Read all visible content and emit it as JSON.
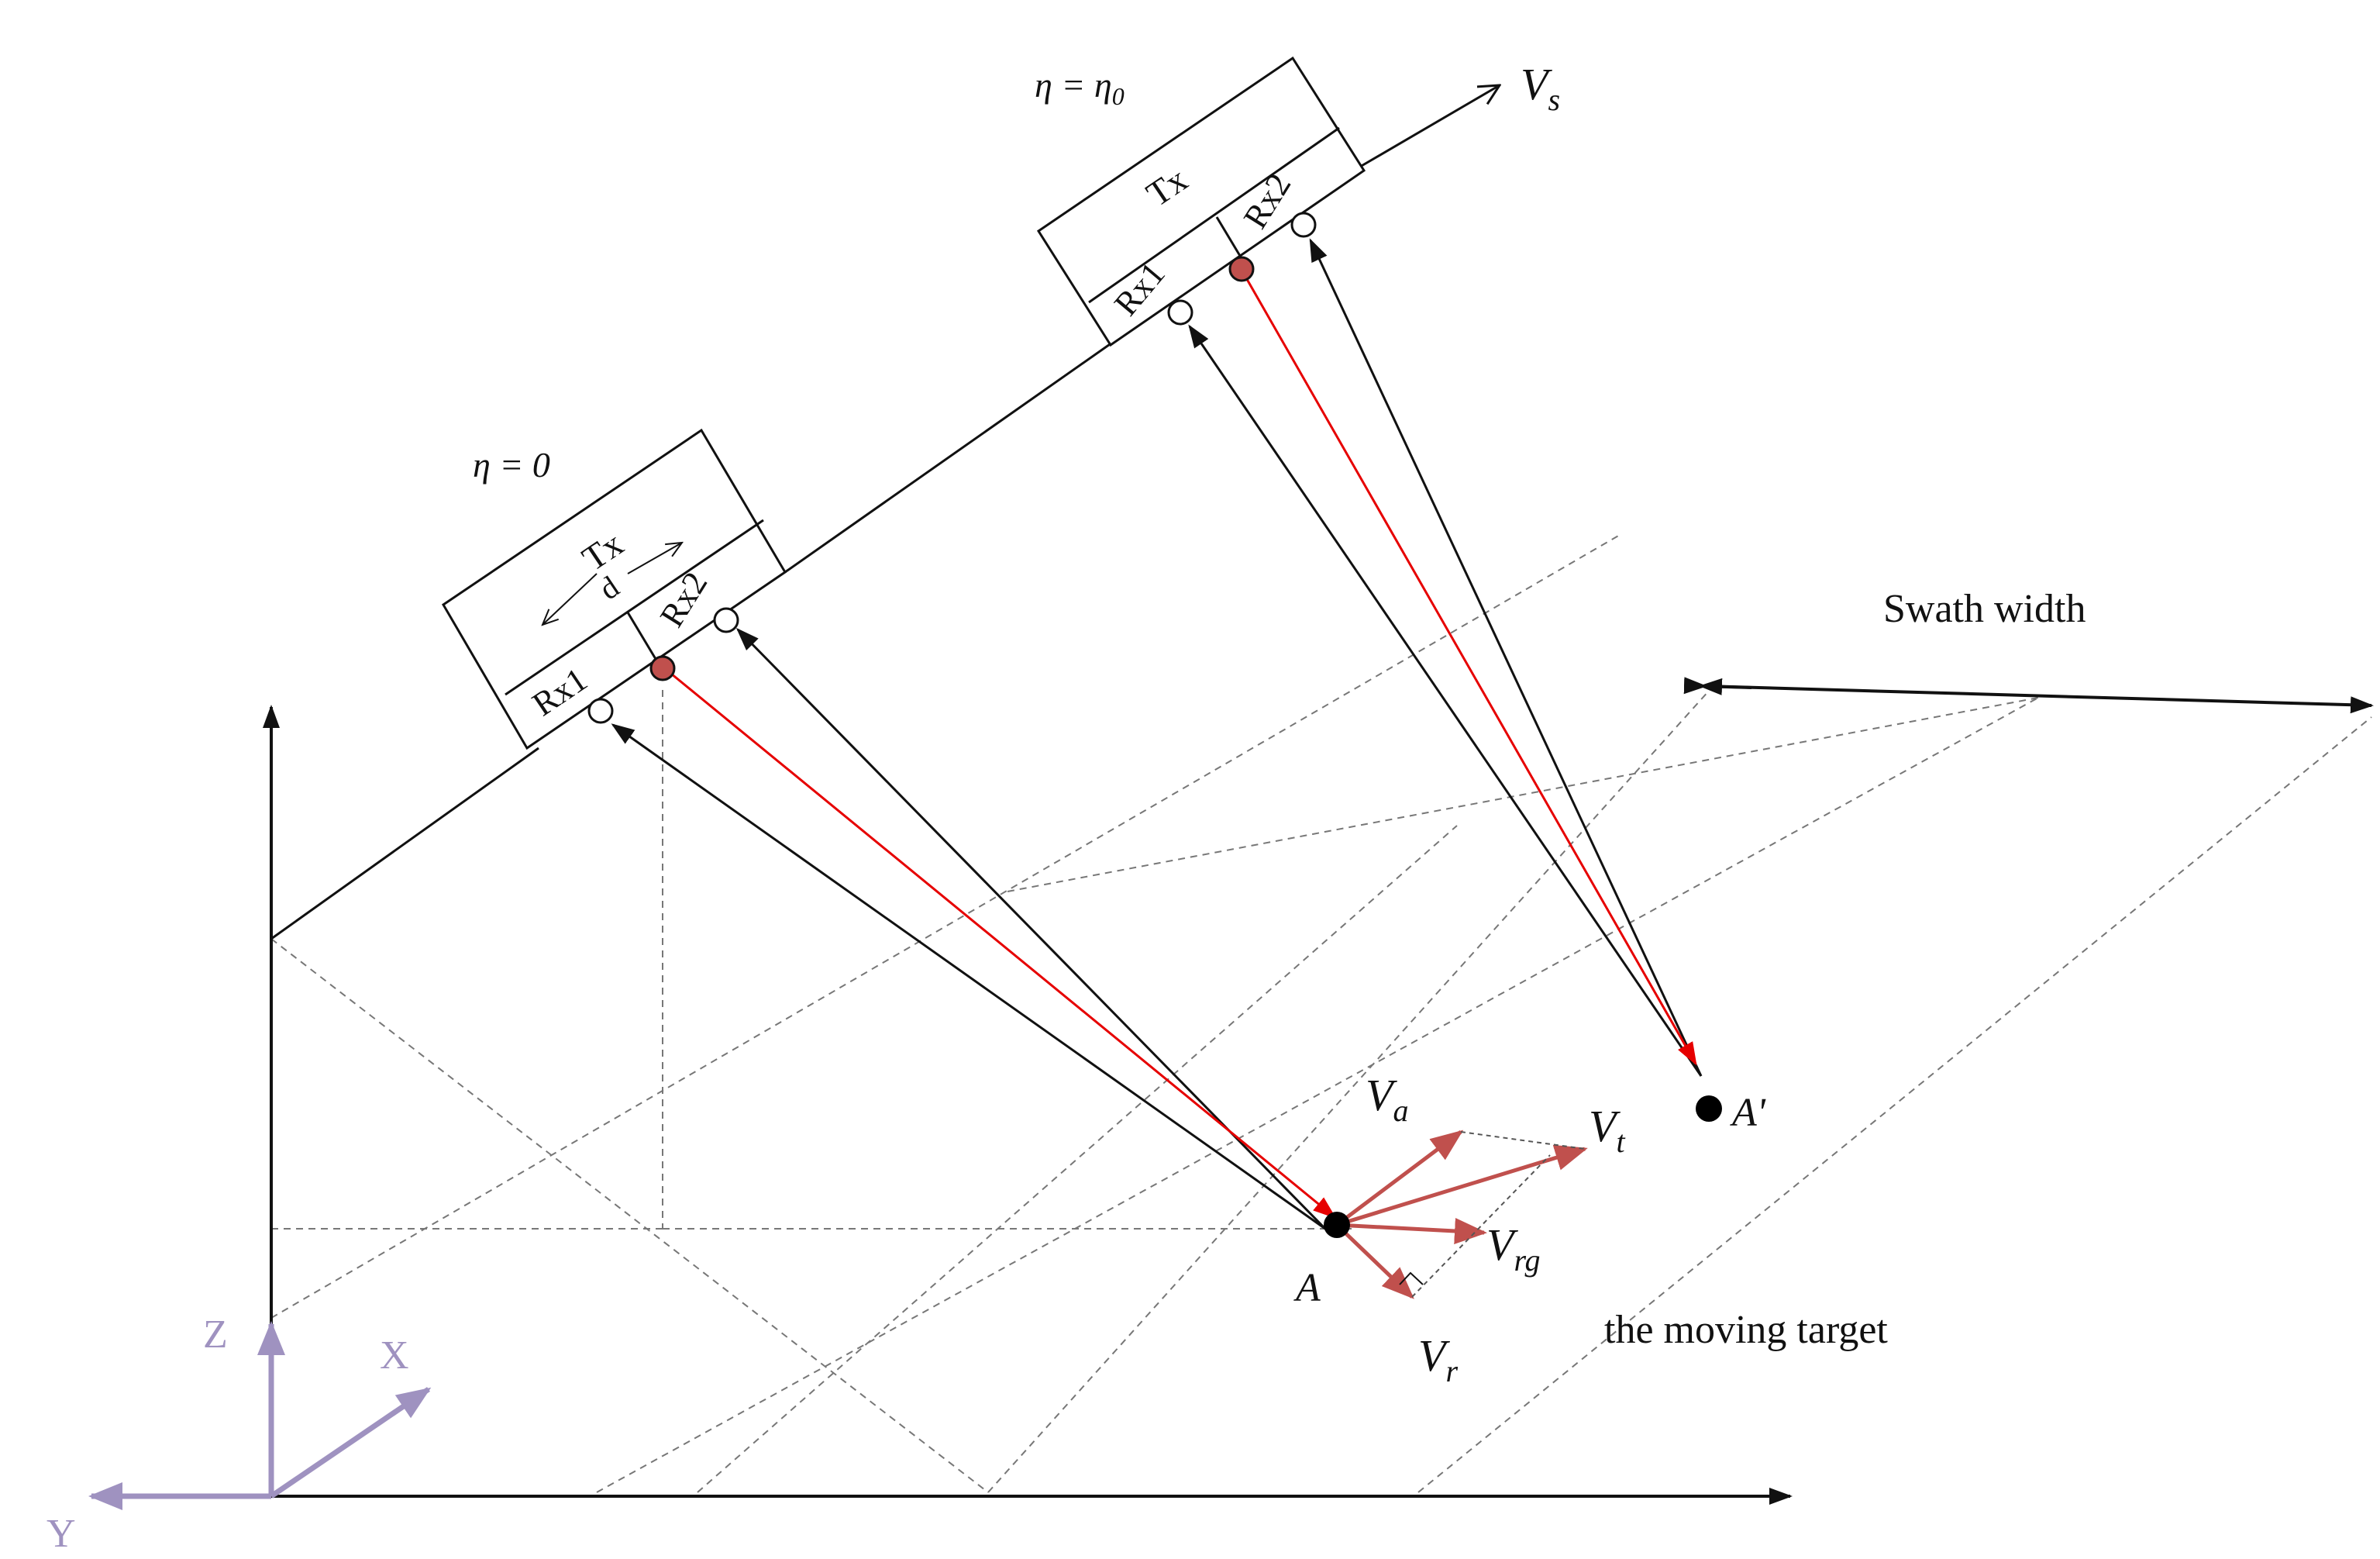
{
  "labels": {
    "eta0": "η = 0",
    "eta_eta0": "η = η",
    "eta_eta0_sub": "0",
    "vs": "V",
    "vs_sub": "s",
    "tx": "Tx",
    "rx1": "Rx1",
    "rx2": "Rx2",
    "d": "d",
    "swath": "Swath width",
    "point_a": "A",
    "point_a_prime": "A'",
    "moving_target": "the moving target",
    "va": "V",
    "va_sub": "a",
    "vt": "V",
    "vt_sub": "t",
    "vrg": "V",
    "vrg_sub": "rg",
    "vr": "V",
    "vr_sub": "r",
    "axis_x": "X",
    "axis_y": "Y",
    "axis_z": "Z"
  },
  "colors": {
    "line": "#111111",
    "ray_red": "#e60000",
    "vector": "#c0504d",
    "phase_center": "#c0504d",
    "grid_dash": "#777777",
    "axis_purple": "#9f92c0"
  }
}
